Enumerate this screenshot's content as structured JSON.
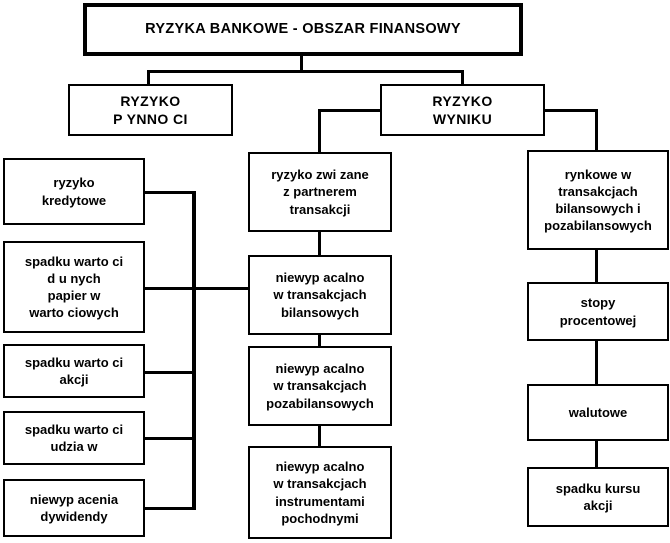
{
  "diagram": {
    "type": "organizational-tree",
    "language": "pl",
    "note": "Polish diacritics are missing in the source rendering and appear as blank gaps",
    "colors": {
      "background": "#ffffff",
      "stroke": "#000000",
      "text": "#000000"
    },
    "root": {
      "id": "root",
      "label": "RYZYKA BANKOWE - OBSZAR FINANSOWY"
    },
    "level2": [
      {
        "id": "plynnosci",
        "label": "RYZYKO\nP  YNNO  CI"
      },
      {
        "id": "wyniku",
        "label": "RYZYKO\nWYNIKU"
      }
    ],
    "columns": {
      "left": {
        "parent": "plynnosci",
        "items": [
          {
            "id": "l1",
            "label": "ryzyko\nkredytowe"
          },
          {
            "id": "l2",
            "label": "spadku warto  ci\nd u  nych\npapier  w\nwarto  ciowych"
          },
          {
            "id": "l3",
            "label": "spadku warto  ci\nakcji"
          },
          {
            "id": "l4",
            "label": "spadku warto  ci\n udzia    w"
          },
          {
            "id": "l5",
            "label": "niewyp  acenia\ndywidendy"
          }
        ]
      },
      "middle": {
        "parent": "wyniku",
        "items": [
          {
            "id": "m1",
            "label": "ryzyko zwi  zane\nz partnerem\ntransakcji"
          },
          {
            "id": "m2",
            "label": "niewyp  acalno\nw transakcjach\nbilansowych"
          },
          {
            "id": "m3",
            "label": "niewyp  acalno\nw transakcjach\npozabilansowych"
          },
          {
            "id": "m4",
            "label": "niewyp  acalno\nw transakcjach\ninstrumentami\npochodnymi"
          }
        ]
      },
      "right": {
        "parent": "wyniku",
        "items": [
          {
            "id": "r1",
            "label": "rynkowe w\ntransakcjach\nbilansowych i\npozabilansowych"
          },
          {
            "id": "r2",
            "label": "stopy\nprocentowej"
          },
          {
            "id": "r3",
            "label": "walutowe"
          },
          {
            "id": "r4",
            "label": "spadku kursu\nakcji"
          }
        ]
      }
    }
  }
}
